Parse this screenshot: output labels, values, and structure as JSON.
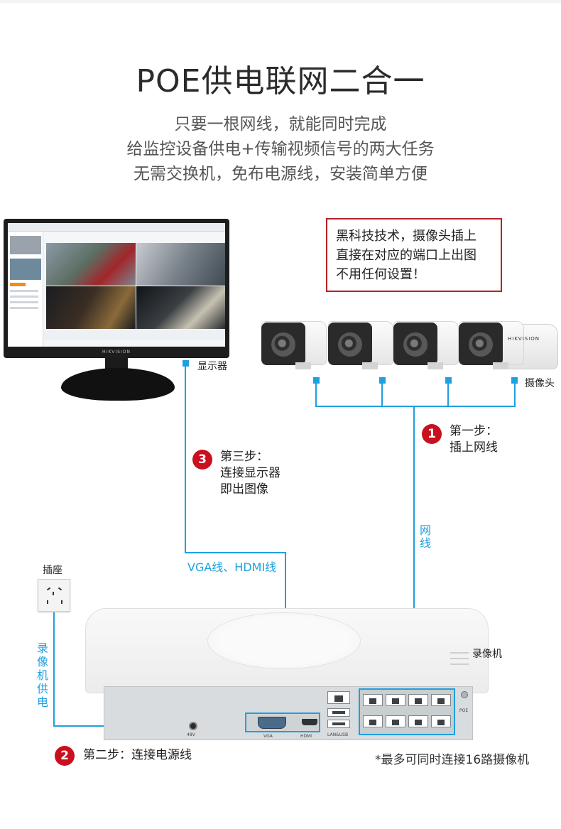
{
  "title": "POE供电联网二合一",
  "subtitle_lines": [
    "只要一根网线，就能同时完成",
    "给监控设备供电+传输视频信号的两大任务",
    "无需交换机，免布电源线，安装简单方便"
  ],
  "info_box_lines": [
    "黑科技技术，摄像头插上",
    "直接在对应的端口上出图",
    "不用任何设置！"
  ],
  "labels": {
    "monitor": "显示器",
    "camera": "摄像头",
    "outlet": "插座",
    "nvr": "录像机",
    "vga_hdmi": "VGA线、HDMI线",
    "network_cable": "网线",
    "nvr_power": "录像机供电",
    "camera_brand": "HIKVISION",
    "monitor_brand": "HIKVISION"
  },
  "steps": [
    {
      "num": "1",
      "title": "第一步：",
      "desc": "插上网线"
    },
    {
      "num": "2",
      "title": "第二步：",
      "desc": "连接电源线"
    },
    {
      "num": "3",
      "title": "第三步：",
      "desc": "连接显示器",
      "desc2": "即出图像"
    }
  ],
  "footnote": "*最多可同时连接16路摄像机",
  "nvr_ports": {
    "power": "48V",
    "vga": "VGA",
    "hdmi": "HDMI",
    "lan_usb": "LAN&USB",
    "poe": "POE"
  },
  "colors": {
    "accent": "#1fa0e0",
    "step_red": "#c8101e",
    "box_border": "#b5232a"
  }
}
